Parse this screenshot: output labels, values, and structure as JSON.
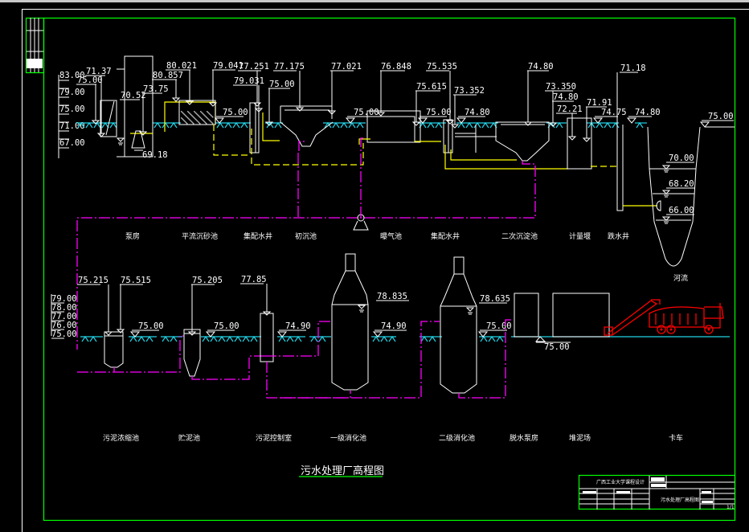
{
  "drawing": {
    "title": "污水处理厂高程图",
    "colors": {
      "background": "#000000",
      "structure": "#ffffff",
      "ground": "#22d3e6",
      "sewage_pipe": "#ffff00",
      "sludge_pipe": "#ff00ff",
      "frame": "#00ff00",
      "truck": "#ff0000"
    }
  },
  "upper_section": {
    "scale_labels": [
      "83.00",
      "79.00",
      "75.00",
      "71.00",
      "67.00"
    ],
    "units": [
      {
        "name": "泵房",
        "elevations": [
          "71.37",
          "75.00",
          "70.52",
          "73.75",
          "69.18"
        ]
      },
      {
        "name": "平流沉砂池",
        "elevations": [
          "80.857",
          "80.021",
          "79.041"
        ]
      },
      {
        "name": "集配水井",
        "elevations": [
          "77.251",
          "79.031",
          "75.00"
        ]
      },
      {
        "name": "初沉池",
        "elevations": [
          "77.175",
          "77.021",
          "75.00"
        ]
      },
      {
        "name": "曝气池",
        "elevations": [
          "76.848",
          "75.615"
        ]
      },
      {
        "name": "集配水井",
        "elevations": [
          "75.535",
          "75.00",
          "73.352",
          "74.80"
        ]
      },
      {
        "name": "二次沉淀池",
        "elevations": [
          "74.80",
          "73.350"
        ]
      },
      {
        "name": "计量堰",
        "elevations": [
          "74.80",
          "72.21",
          "71.91",
          "74.75"
        ]
      },
      {
        "name": "跌水井",
        "elevations": [
          "71.18",
          "74.80"
        ]
      },
      {
        "name": "河流",
        "elevations": [
          "75.00",
          "70.00",
          "68.20",
          "66.00"
        ]
      }
    ]
  },
  "lower_section": {
    "scale_labels": [
      "79.00",
      "78.00",
      "77.00",
      "76.00",
      "75.00"
    ],
    "units": [
      {
        "name": "污泥浓缩池",
        "elevations": [
          "75.215",
          "75.515",
          "75.00"
        ]
      },
      {
        "name": "贮泥池",
        "elevations": [
          "75.205",
          "75.00"
        ]
      },
      {
        "name": "污泥控制室",
        "elevations": [
          "77.85",
          "74.90"
        ]
      },
      {
        "name": "一级消化池",
        "elevations": [
          "78.835",
          "74.90"
        ]
      },
      {
        "name": "二级消化池",
        "elevations": [
          "78.635",
          "75.00"
        ]
      },
      {
        "name": "脱水泵房",
        "elevations": [
          "75.00"
        ]
      },
      {
        "name": "堆泥场",
        "elevations": []
      },
      {
        "name": "卡车",
        "elevations": []
      }
    ]
  },
  "title_block": {
    "school": "广西工业大学课程设计",
    "drawing_name": "污水处理厂高程图",
    "sheet": "1/1"
  }
}
